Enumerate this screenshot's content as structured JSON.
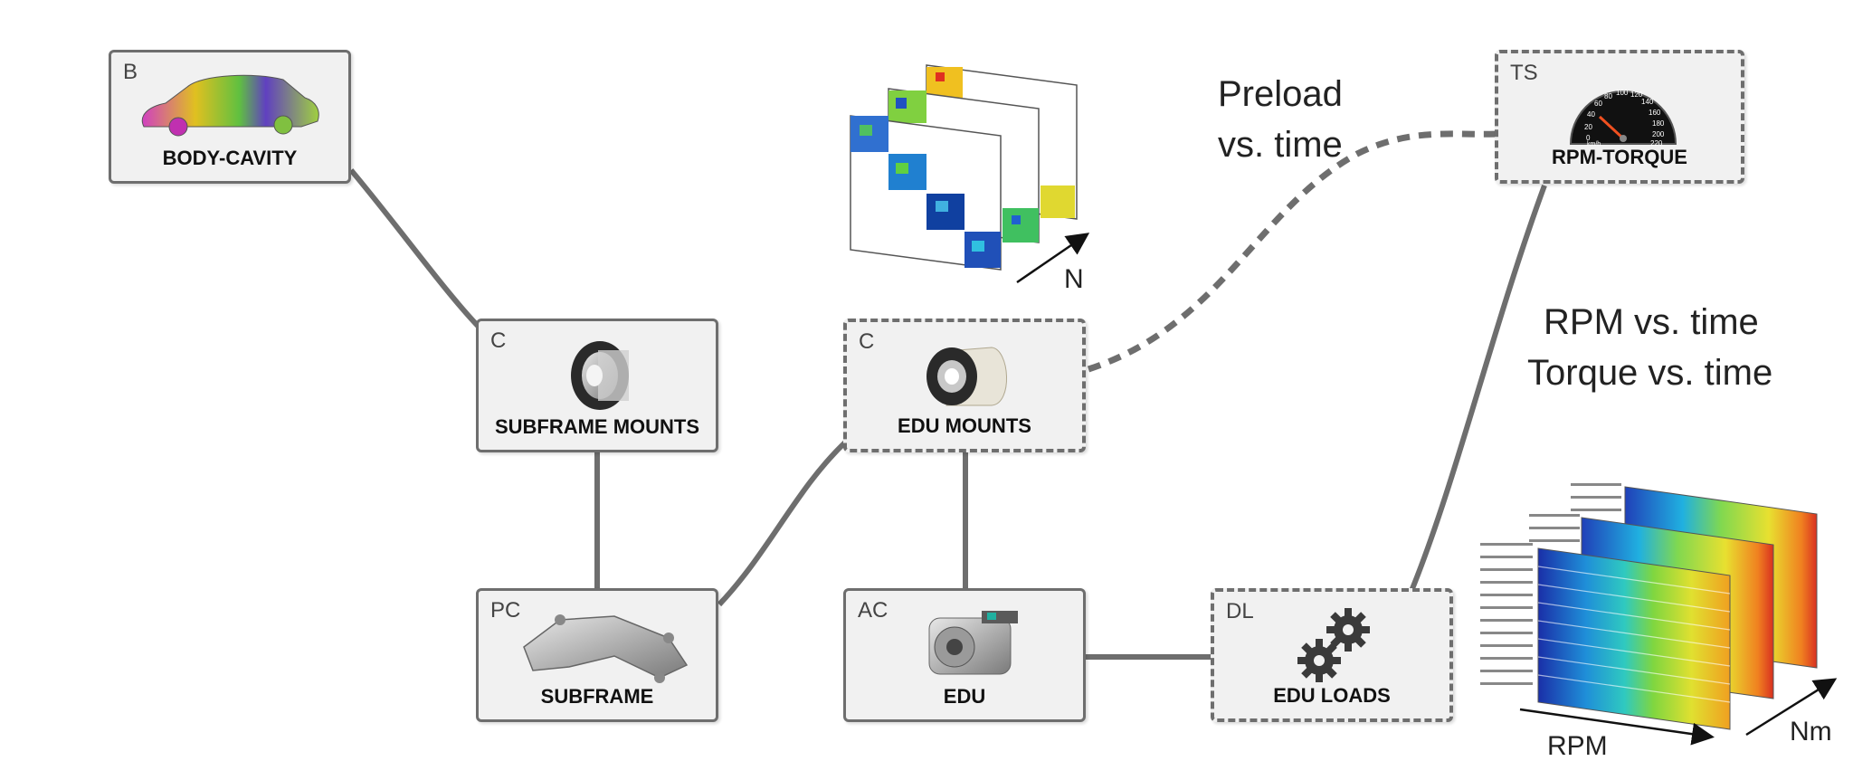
{
  "nodes": [
    {
      "id": "body-cavity",
      "tag": "B",
      "label": "BODY-CAVITY"
    },
    {
      "id": "subframe-mounts",
      "tag": "C",
      "label": "SUBFRAME MOUNTS"
    },
    {
      "id": "edu-mounts",
      "tag": "C",
      "label": "EDU MOUNTS"
    },
    {
      "id": "subframe",
      "tag": "PC",
      "label": "SUBFRAME"
    },
    {
      "id": "edu",
      "tag": "AC",
      "label": "EDU"
    },
    {
      "id": "edu-loads",
      "tag": "DL",
      "label": "EDU LOADS"
    },
    {
      "id": "rpm-torque",
      "tag": "TS",
      "label": "RPM-TORQUE"
    }
  ],
  "annotations": {
    "preload_line1": "Preload",
    "preload_line2": "vs. time",
    "rpm_line1": "RPM vs. time",
    "torque_line2": "Torque vs. time",
    "n_axis": "N",
    "rpm_axis": "RPM",
    "nm_axis": "Nm"
  },
  "speedometer_ticks": [
    "0",
    "20",
    "40",
    "60",
    "80",
    "100",
    "120",
    "140",
    "160",
    "180",
    "200",
    "220"
  ],
  "speedometer_unit": "km/h",
  "colors": {
    "node_fill": "#f1f1f1",
    "node_border": "#6e6e6e",
    "connector": "#6e6e6e"
  }
}
